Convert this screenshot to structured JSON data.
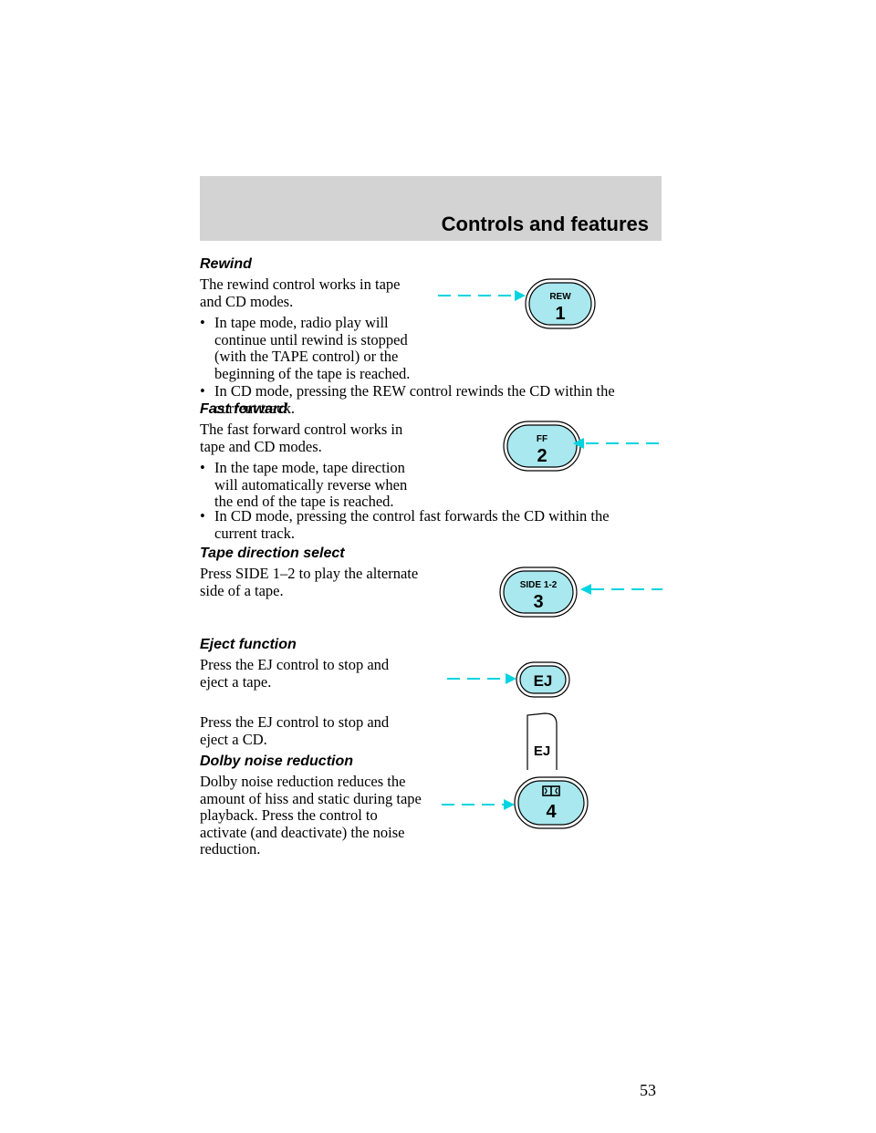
{
  "header": {
    "title": "Controls and features"
  },
  "page_number": "53",
  "colors": {
    "accent": "#00d4e0",
    "button_fill": "#a8e8ee",
    "header_bg": "#d3d3d3"
  },
  "sections": {
    "rewind": {
      "heading": "Rewind",
      "intro": "The rewind control works in tape and CD modes.",
      "bullets": [
        "In tape mode, radio play will continue until rewind is stopped (with the TAPE control) or the beginning of the tape is reached.",
        "In CD mode, pressing the REW control rewinds the CD within the current track."
      ],
      "button": {
        "top_label": "REW",
        "number": "1"
      }
    },
    "fast_forward": {
      "heading": "Fast forward",
      "intro": "The fast forward control works in tape and CD modes.",
      "bullets": [
        "In the tape mode, tape direction will automatically reverse when the end of the tape is reached.",
        "In CD mode, pressing the control fast forwards the CD within the current track."
      ],
      "button": {
        "top_label": "FF",
        "number": "2"
      }
    },
    "tape_direction": {
      "heading": "Tape direction select",
      "text": "Press SIDE 1–2 to play the alternate side of a tape.",
      "button": {
        "top_label": "SIDE 1-2",
        "number": "3"
      }
    },
    "eject": {
      "heading": "Eject function",
      "text_tape": "Press the EJ control to stop and eject a tape.",
      "text_cd": "Press the EJ control to stop and eject a CD.",
      "button_tape": {
        "label": "EJ"
      },
      "button_cd": {
        "label": "EJ"
      }
    },
    "dolby": {
      "heading": "Dolby noise reduction",
      "text": "Dolby noise reduction reduces the amount of hiss and static during tape playback. Press the control to activate (and deactivate) the noise reduction.",
      "button": {
        "symbol": "dolby-icon",
        "number": "4"
      }
    }
  }
}
